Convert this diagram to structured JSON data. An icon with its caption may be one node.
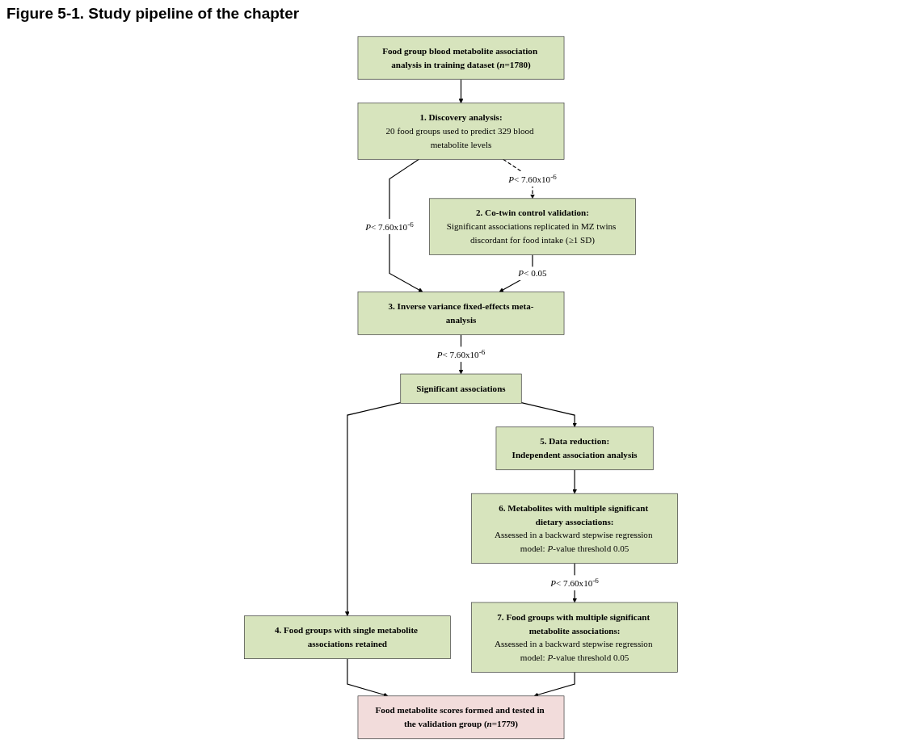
{
  "diagram": {
    "title": "Figure 5-1. Study pipeline of the chapter",
    "nodes": [
      {
        "text": [
          "Food group blood metabolite association analysis in training dataset (*n*=1780)"
        ]
      },
      {
        "text": [
          "1. Discovery analysis:",
          "20 food groups used to predict 329 blood metabolite levels"
        ]
      },
      {
        "text": [
          "2. Co-twin control validation:",
          "Significant associations replicated in MZ twins discordant for food intake (≥1 SD)"
        ]
      },
      {
        "text": [
          "3. Inverse variance fixed-effects meta-analysis"
        ]
      },
      {
        "text": [
          "Significant associations"
        ]
      },
      {
        "text": [
          "4. Food groups with single metabolite associations retained"
        ]
      },
      {
        "text": [
          "5. Data reduction:",
          "Independent association analysis"
        ]
      },
      {
        "text": [
          "6. Metabolites with multiple significant dietary associations:",
          "Assessed in a backward stepwise regression model: *P*-value threshold 0.05"
        ]
      },
      {
        "text": [
          "7. Food groups with multiple significant metabolite associations:",
          "Assessed in a backward stepwise regression model: *P*-value threshold 0.05"
        ]
      },
      {
        "text": [
          "Food metabolite scores formed and tested in the validation group (*n*=1779)"
        ]
      }
    ],
    "edges": [
      {
        "from": 0,
        "to": 1,
        "arrow": "to"
      },
      {
        "from": 1,
        "to": 2,
        "arrow": "to",
        "style": "dashed",
        "label": "*P*< 7.60x10$^{-6}$"
      },
      {
        "from": 1,
        "to": 3,
        "arrow": "to",
        "label": "*P*< 7.60x10$^{-6}$"
      },
      {
        "from": 2,
        "to": 3,
        "arrow": "to",
        "label": "*P*< 0.05"
      },
      {
        "from": 3,
        "to": 4,
        "arrow": "to",
        "label": "*P*< 7.60x10$^{-6}$"
      },
      {
        "from": 4,
        "to": 5,
        "arrow": "to"
      },
      {
        "from": 4,
        "to": 6,
        "arrow": "to"
      },
      {
        "from": 6,
        "to": 7,
        "arrow": "to"
      },
      {
        "from": 7,
        "to": 8,
        "arrow": "to",
        "label": "*P*< 7.60x10$^{-6}$"
      },
      {
        "from": 5,
        "to": 9,
        "arrow": "to"
      },
      {
        "from": 8,
        "to": 9,
        "arrow": "to"
      }
    ]
  }
}
